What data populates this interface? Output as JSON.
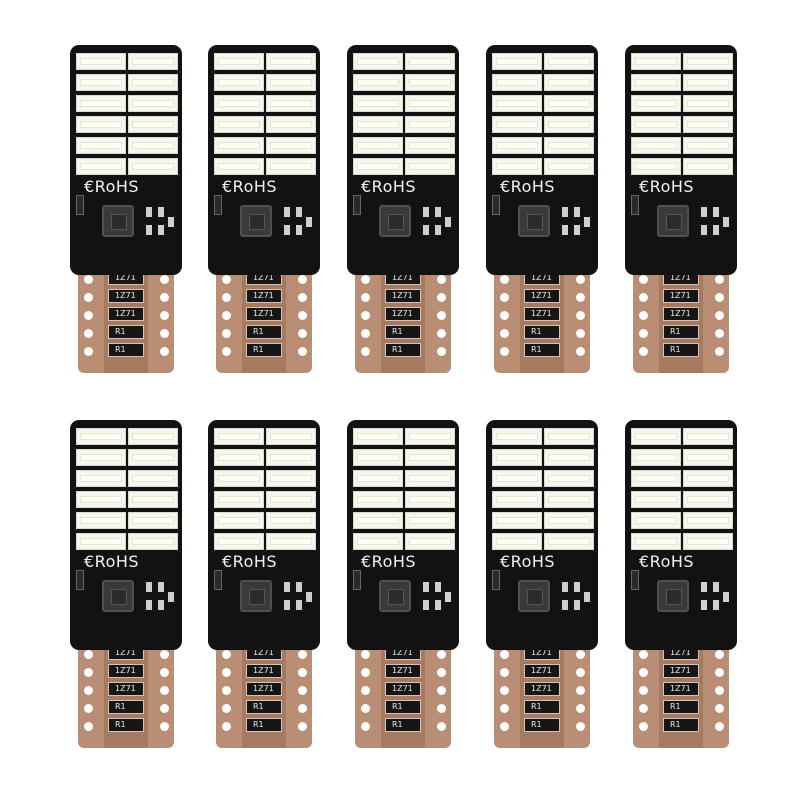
{
  "product": {
    "item_count": 10,
    "board_marking": "€RoHS",
    "resistor_code": "R1",
    "diode_code": "1Z71",
    "colors": {
      "board": "#121212",
      "led": "#fffff4",
      "copper_base": "#b98e74",
      "background": "#ffffff"
    }
  }
}
